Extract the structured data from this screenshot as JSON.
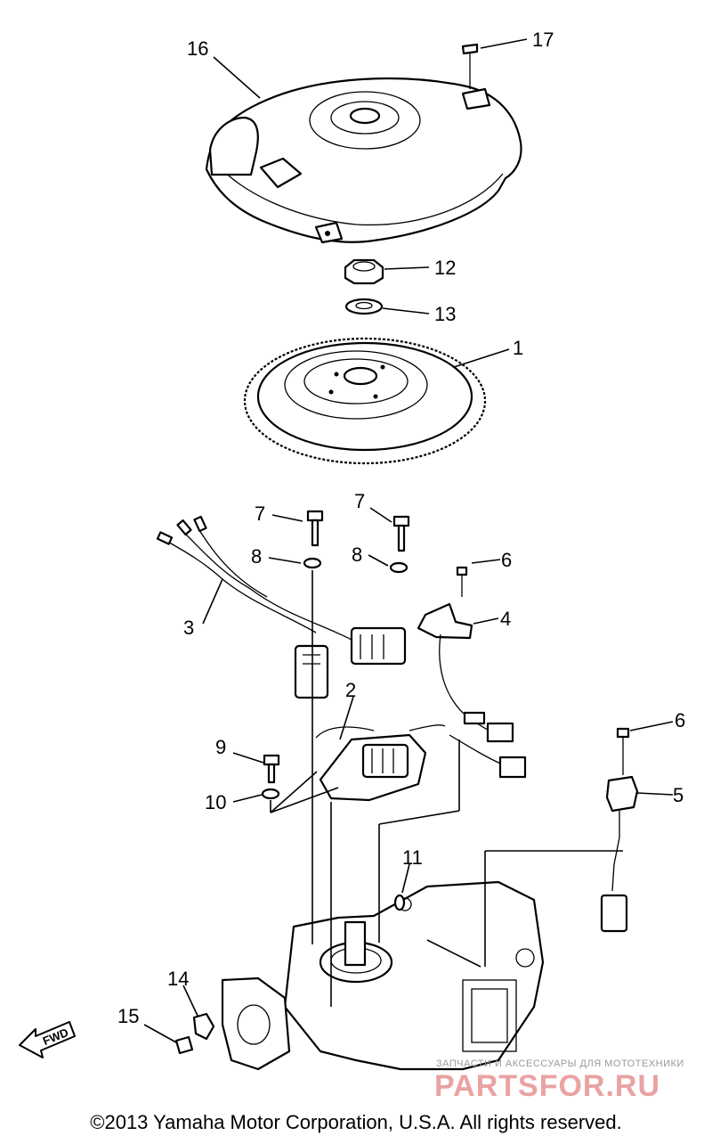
{
  "callouts": [
    {
      "id": "16",
      "text": "16"
    },
    {
      "id": "17",
      "text": "17"
    },
    {
      "id": "12",
      "text": "12"
    },
    {
      "id": "13",
      "text": "13"
    },
    {
      "id": "1",
      "text": "1"
    },
    {
      "id": "7a",
      "text": "7"
    },
    {
      "id": "7b",
      "text": "7"
    },
    {
      "id": "8a",
      "text": "8"
    },
    {
      "id": "8b",
      "text": "8"
    },
    {
      "id": "6a",
      "text": "6"
    },
    {
      "id": "3",
      "text": "3"
    },
    {
      "id": "4",
      "text": "4"
    },
    {
      "id": "2",
      "text": "2"
    },
    {
      "id": "9",
      "text": "9"
    },
    {
      "id": "10",
      "text": "10"
    },
    {
      "id": "6b",
      "text": "6"
    },
    {
      "id": "5",
      "text": "5"
    },
    {
      "id": "11",
      "text": "11"
    },
    {
      "id": "14",
      "text": "14"
    },
    {
      "id": "15",
      "text": "15"
    }
  ],
  "fwd_label": "FWD",
  "watermark": {
    "tagline": "ЗАПЧАСТИ И АКСЕССУАРЫ ДЛЯ МОТОТЕХНИКИ",
    "brand": "PARTSFOR.RU"
  },
  "copyright": "©2013 Yamaha Motor Corporation, U.S.A. All rights reserved."
}
